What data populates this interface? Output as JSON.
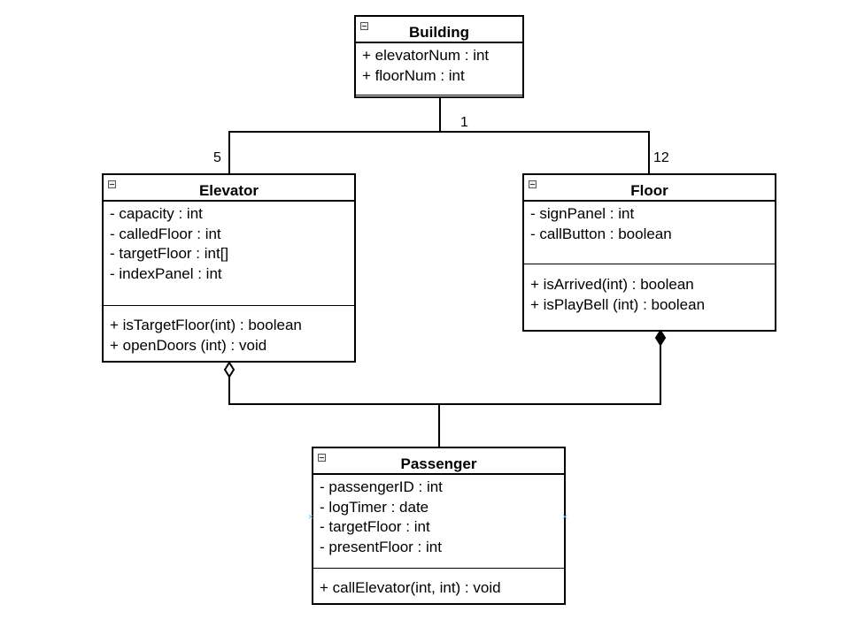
{
  "classes": {
    "building": {
      "name": "Building",
      "attributes": [
        "+ elevatorNum : int",
        "+ floorNum : int"
      ],
      "methods": []
    },
    "elevator": {
      "name": "Elevator",
      "attributes": [
        "- capacity : int",
        "- calledFloor : int",
        "- targetFloor : int[]",
        "- indexPanel : int"
      ],
      "methods": [
        "+ isTargetFloor(int) : boolean",
        "+ openDoors (int) : void"
      ]
    },
    "floor": {
      "name": "Floor",
      "attributes": [
        "- signPanel : int",
        "- callButton : boolean"
      ],
      "methods": [
        "+ isArrived(int) : boolean",
        "+ isPlayBell (int) : boolean"
      ]
    },
    "passenger": {
      "name": "Passenger",
      "attributes": [
        "- passengerID : int",
        "- logTimer : date",
        "- targetFloor : int",
        "- presentFloor : int"
      ],
      "methods": [
        "+ callElevator(int, int) : void"
      ]
    }
  },
  "multiplicities": {
    "building_end": "1",
    "elevator_end": "5",
    "floor_end": "12"
  },
  "relationships": [
    {
      "from": "Building",
      "to": "Elevator",
      "kind": "association"
    },
    {
      "from": "Building",
      "to": "Floor",
      "kind": "association"
    },
    {
      "from": "Passenger",
      "to": "Elevator",
      "kind": "aggregation"
    },
    {
      "from": "Passenger",
      "to": "Floor",
      "kind": "composition"
    }
  ],
  "colors": {
    "line": "#000000",
    "port_marker": "#6cb6e8"
  }
}
